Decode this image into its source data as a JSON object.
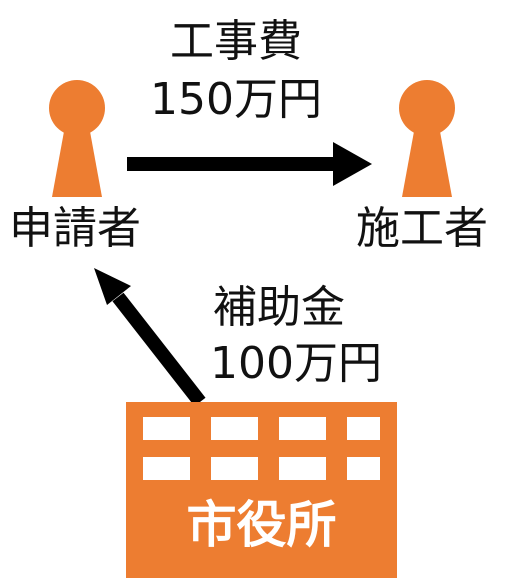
{
  "colors": {
    "accent": "#ED7D31",
    "text": "#111111",
    "arrow": "#000000",
    "window": "#ffffff"
  },
  "applicant": {
    "label": "申請者",
    "icon": "person-icon"
  },
  "contractor": {
    "label": "施工者",
    "icon": "person-icon"
  },
  "payment": {
    "title": "工事費",
    "amount": "150万円"
  },
  "subsidy": {
    "title": "補助金",
    "amount": "100万円"
  },
  "city_office": {
    "label": "市役所",
    "icon": "building-icon"
  }
}
